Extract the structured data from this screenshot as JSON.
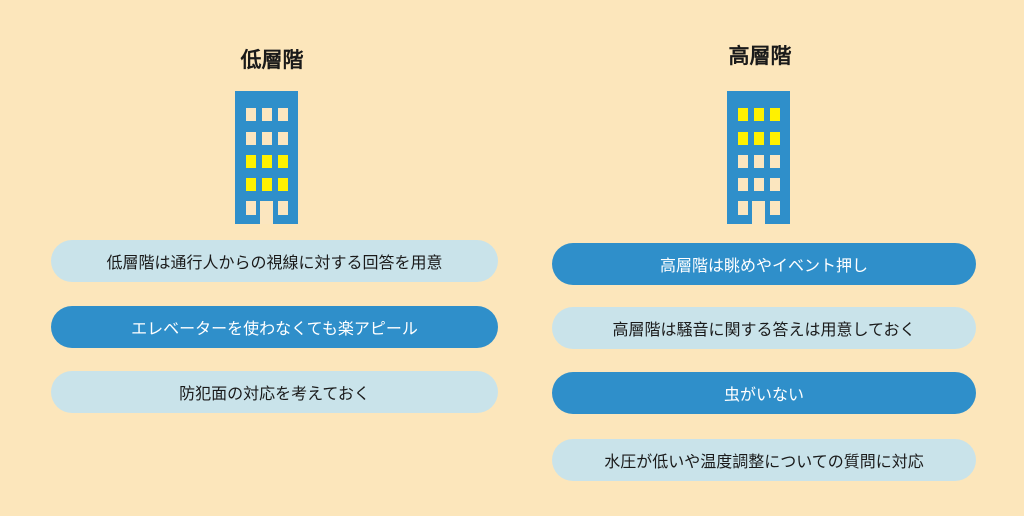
{
  "left": {
    "title": "低層階",
    "items": [
      {
        "text": "低層階は通行人からの視線に対する回答を用意",
        "style": "light"
      },
      {
        "text": "エレベーターを使わなくても楽アピール",
        "style": "dark"
      },
      {
        "text": "防犯面の対応を考えておく",
        "style": "light"
      }
    ]
  },
  "right": {
    "title": "高層階",
    "items": [
      {
        "text": "高層階は眺めやイベント押し",
        "style": "dark"
      },
      {
        "text": "高層階は騒音に関する答えは用意しておく",
        "style": "light"
      },
      {
        "text": "虫がいない",
        "style": "dark"
      },
      {
        "text": "水圧が低いや温度調整についての質問に対応",
        "style": "light"
      }
    ]
  },
  "colors": {
    "background": "#fce6bb",
    "building": "#2f8fca",
    "window_off": "#fbe6bf",
    "window_lit": "#fff100",
    "pill_light": "#c9e3ea",
    "pill_dark": "#2f8fca"
  }
}
